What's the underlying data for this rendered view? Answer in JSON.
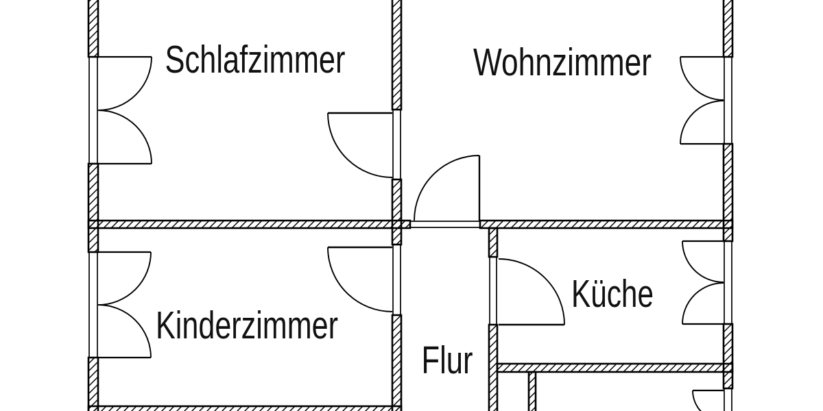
{
  "colors": {
    "background": "#ffffff",
    "line": "#000000",
    "text": "#111111"
  },
  "floorplan": {
    "type": "apartment-floor-plan",
    "rooms": [
      {
        "id": "schlafzimmer",
        "label": "Schlafzimmer"
      },
      {
        "id": "wohnzimmer",
        "label": "Wohnzimmer"
      },
      {
        "id": "kinderzimmer",
        "label": "Kinderzimmer"
      },
      {
        "id": "kueche",
        "label": "Küche"
      },
      {
        "id": "flur",
        "label": "Flur"
      }
    ],
    "symbols": {
      "door_swing_count": 4,
      "window_symbol_count": 5
    }
  }
}
